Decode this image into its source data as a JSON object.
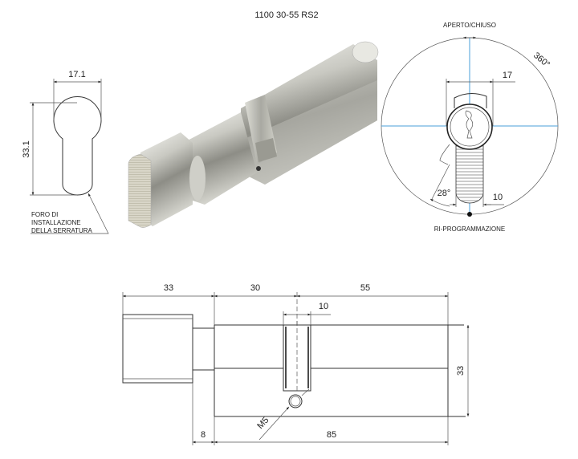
{
  "title": "1100 30-55 RS2",
  "profile_view": {
    "width_label": "17.1",
    "height_label": "33.1",
    "note_lines": [
      "FORO DI",
      "INSTALLAZIONE",
      "DELLA SERRATURA"
    ]
  },
  "front_view": {
    "top_label": "APERTO/CHIUSO",
    "bottom_label": "RI-PROGRAMMAZIONE",
    "rotation_label": "360°",
    "width_label": "17",
    "lever_width_label": "10",
    "angle_label": "28°"
  },
  "side_view": {
    "knob_length": "33",
    "left_length": "30",
    "right_length": "55",
    "cam_width": "10",
    "height": "33",
    "neck_length": "8",
    "body_length": "85",
    "screw_label": "M5"
  }
}
